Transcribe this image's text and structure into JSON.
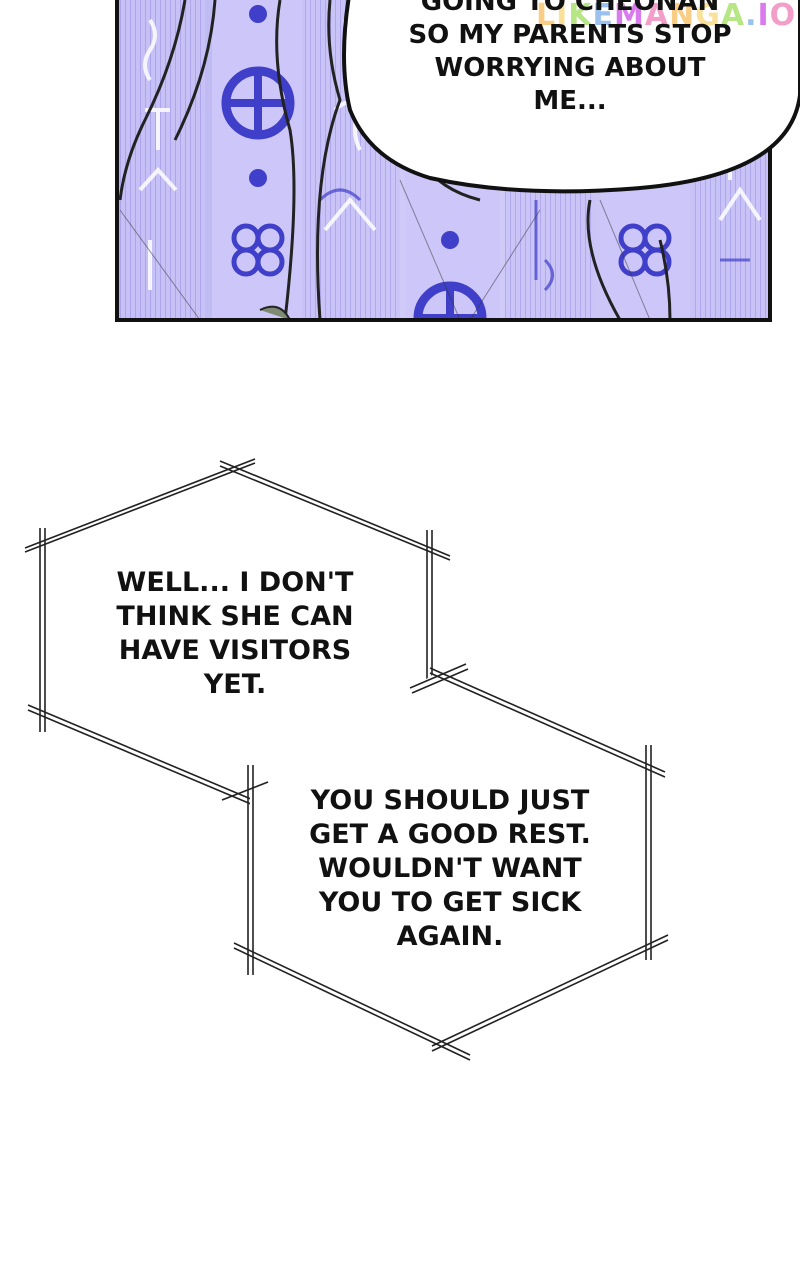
{
  "panel_top": {
    "speech_bubble_text": "GOING TO CHEONAN\nSO MY PARENTS STOP\nWORRYING ABOUT\nME..."
  },
  "narration_boxes": [
    {
      "text": "WELL... I DON'T\nTHINK SHE CAN\nHAVE VISITORS\nYET."
    },
    {
      "text": "YOU SHOULD JUST\nGET A GOOD REST.\nWOULDN'T WANT\nYOU TO GET SICK\nAGAIN."
    }
  ],
  "watermark": {
    "text": "LIKEMANGA.IO",
    "colors": [
      "#f5a623",
      "#f7c948",
      "#7ed321",
      "#4a90e2",
      "#bd10e0",
      "#e94f9c"
    ]
  }
}
